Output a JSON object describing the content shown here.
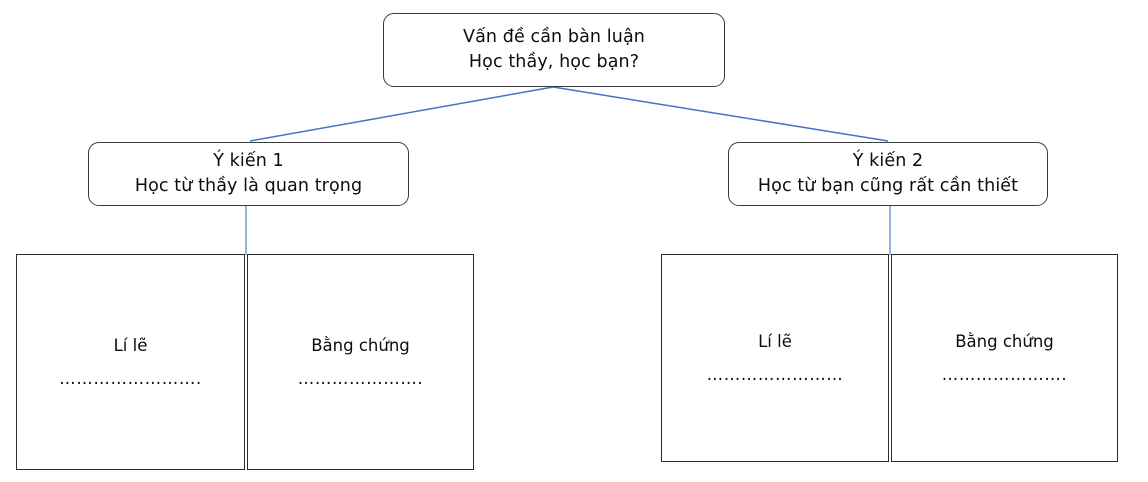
{
  "diagram": {
    "topic": {
      "label": "Vấn đề cần bàn luận",
      "question": "Học thầy, học bạn?"
    },
    "opinions": [
      {
        "label": "Ý kiến 1",
        "statement": "Học từ thầy là quan trọng",
        "reason": {
          "title": "Lí lẽ",
          "dots": "……………………."
        },
        "evidence": {
          "title": "Bằng chứng",
          "dots": "…………………."
        }
      },
      {
        "label": "Ý kiến 2",
        "statement": "Học từ bạn cũng rất cần thiết",
        "reason": {
          "title": "Lí lẽ",
          "dots": "……………………"
        },
        "evidence": {
          "title": "Bằng chứng",
          "dots": "…………………."
        }
      }
    ],
    "colors": {
      "connector": "#4472C4",
      "box_border": "#3b3b3b",
      "detail_border": "#2b2b2b",
      "text": "#0d0d0d",
      "background": "#ffffff"
    }
  }
}
